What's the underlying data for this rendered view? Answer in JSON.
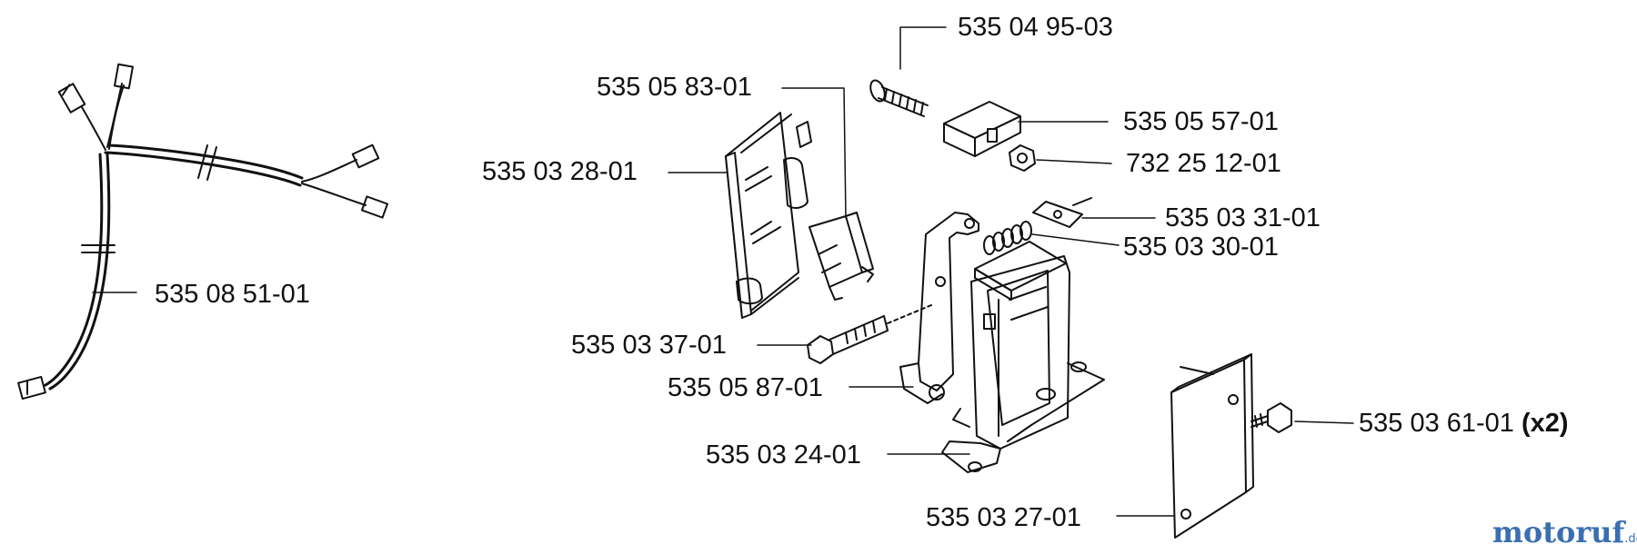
{
  "parts": {
    "p_535_04_95_03": "535 04 95-03",
    "p_535_05_83_01": "535 05 83-01",
    "p_535_05_57_01": "535 05 57-01",
    "p_732_25_12_01": "732 25 12-01",
    "p_535_03_28_01": "535 03 28-01",
    "p_535_03_31_01": "535 03 31-01",
    "p_535_03_30_01": "535 03 30-01",
    "p_535_08_51_01": "535 08 51-01",
    "p_535_03_37_01": "535 03 37-01",
    "p_535_05_87_01": "535 05 87-01",
    "p_535_03_61_01": "535 03 61-01",
    "p_535_03_61_01_qty": "(x2)",
    "p_535_03_24_01": "535 03 24-01",
    "p_535_03_27_01": "535 03 27-01"
  },
  "watermark": {
    "text": "motoruf",
    "suffix": ".de",
    "color": "#3a6fb0"
  }
}
